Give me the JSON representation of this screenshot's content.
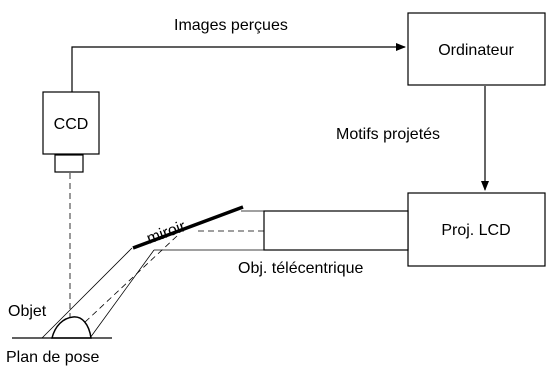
{
  "labels": {
    "images_percues": "Images perçues",
    "ordinateur": "Ordinateur",
    "ccd": "CCD",
    "motifs_projetes": "Motifs projetés",
    "miroir": "miroir",
    "proj_lcd": "Proj. LCD",
    "obj_telecentrique": "Obj. télécentrique",
    "objet": "Objet",
    "plan_de_pose": "Plan de pose"
  }
}
